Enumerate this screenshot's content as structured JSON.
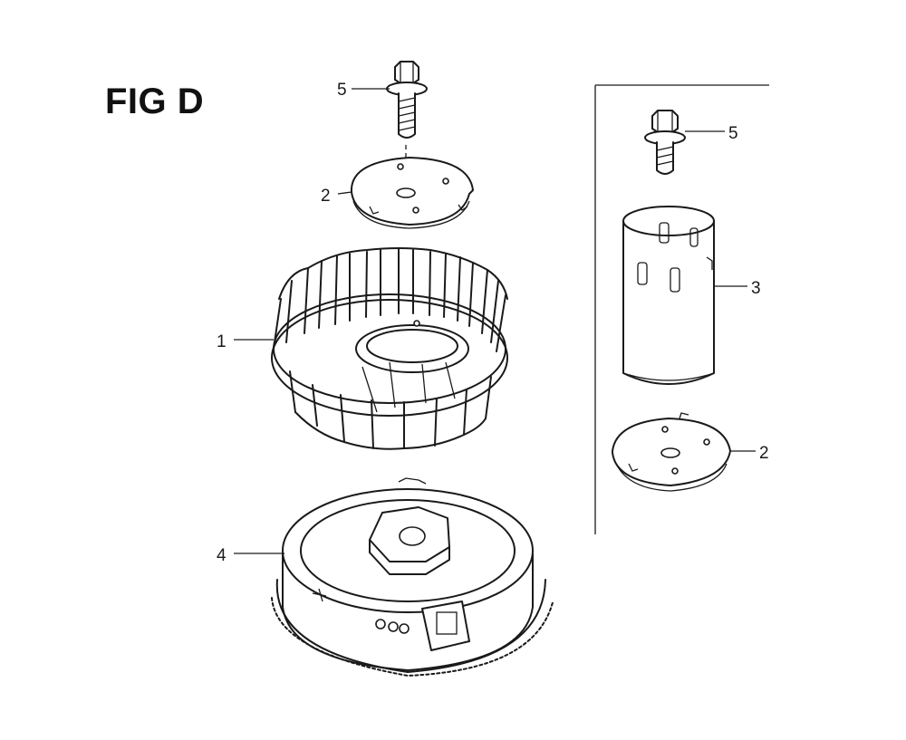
{
  "figure": {
    "title": "FIG D"
  },
  "callouts": {
    "bolt_main": "5",
    "plate_main": "2",
    "fan": "1",
    "flywheel": "4",
    "bolt_alt": "5",
    "sleeve_alt": "3",
    "plate_alt": "2"
  }
}
